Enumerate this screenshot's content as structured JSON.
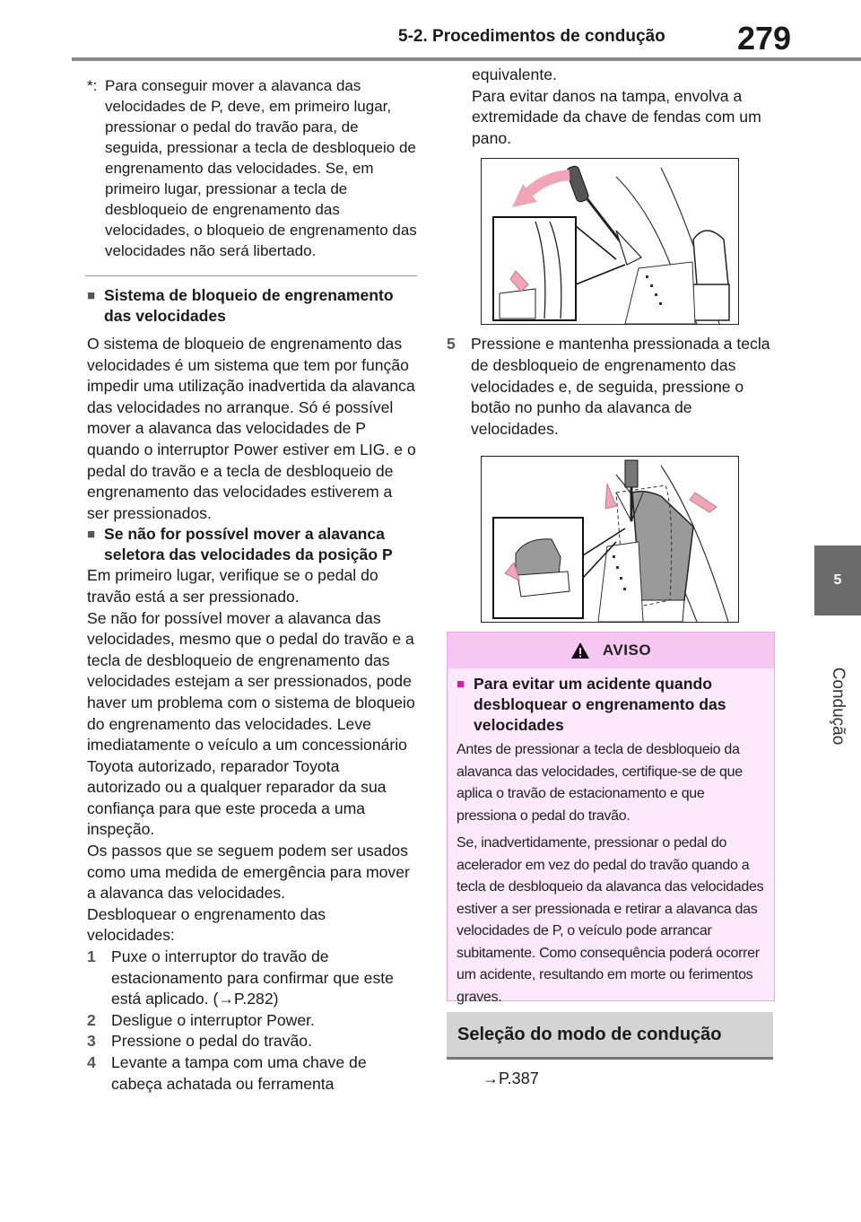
{
  "header": {
    "section": "5-2. Procedimentos de condução",
    "page_number": "279"
  },
  "side_tab": {
    "number": "5",
    "label": "Condução"
  },
  "left": {
    "note": {
      "mark": "*:",
      "text": "Para conseguir mover a alavanca das velocidades de P, deve, em primeiro lugar, pressionar o pedal do travão para, de seguida, pressionar a tecla de desbloqueio de engrenamento das velocidades. Se, em primeiro lugar, pressionar a tecla de desbloqueio de engrenamento das velocidades, o bloqueio de engrenamento das velocidades não será libertado."
    },
    "s1_title": "Sistema de bloqueio de engrenamento das velocidades",
    "s1_text": "O sistema de bloqueio de engrenamento das velocidades é um sistema que tem por função impedir uma utilização inadvertida da alavanca das velocidades no arranque. Só é possível mover a alavanca das velocidades de P quando o interruptor Power estiver em LIG. e o pedal do travão e a tecla de desbloqueio de engrenamento das velocidades estiverem a ser pressionados.",
    "s2_title": "Se não for possível mover a alavanca seletora das velocidades da posição P",
    "s2_p1": "Em primeiro lugar, verifique se o pedal do travão está a ser pressionado.",
    "s2_p2": "Se não for possível mover a alavanca das velocidades, mesmo que o pedal do travão e a tecla de desbloqueio de engrenamento das velocidades estejam a ser pressionados, pode haver um problema com o sistema de bloqueio do engrenamento das velocidades. Leve imediatamente o veículo a um concessionário Toyota autorizado, reparador Toyota autorizado ou a qualquer reparador da sua confiança para que este proceda a uma inspeção.",
    "s2_p3": "Os passos que se seguem podem ser usados como uma medida de emergência para mover a alavanca das velocidades.",
    "s2_p4": "Desbloquear o engrenamento das velocidades:",
    "steps": [
      {
        "n": "1",
        "t": "Puxe o interruptor do travão de estacionamento para confirmar que este está aplicado. (→P.282)"
      },
      {
        "n": "2",
        "t": "Desligue o interruptor Power."
      },
      {
        "n": "3",
        "t": "Pressione o pedal do travão."
      },
      {
        "n": "4",
        "t": "Levante a tampa com uma chave de cabeça achatada ou ferramenta"
      }
    ]
  },
  "right": {
    "cont1": "equivalente.",
    "cont2": "Para evitar danos na tampa, envolva a extremidade da chave de fendas com um pano.",
    "step5": {
      "n": "5",
      "t": "Pressione e mantenha pressionada a tecla de desbloqueio de engrenamento das velocidades e, de seguida, pressione o botão no punho da alavanca de velocidades."
    },
    "warning": {
      "title": "AVISO",
      "subtitle": "Para evitar um acidente quando desbloquear o engrenamento das velocidades",
      "p1": "Antes de pressionar a tecla de desbloqueio da alavanca das velocidades, certifique-se de que aplica o travão de estacionamento e que pressiona o pedal do travão.",
      "p2": "Se, inadvertidamente, pressionar o pedal do acelerador em vez do pedal do travão quando a tecla de desbloqueio da alavanca das velocidades estiver a ser pressionada e retirar a alavanca das velocidades de P, o veículo pode arrancar subitamente. Como consequência poderá ocorrer um acidente, resultando em morte ou ferimentos graves."
    },
    "section_title": "Seleção do modo de condução",
    "ref": "→P.387"
  },
  "colors": {
    "warning_bg": "#fde9fb",
    "warning_bar": "#f6c7f1",
    "accent_pink": "#d61fa8",
    "arrow_fill": "#f0a6b7"
  }
}
